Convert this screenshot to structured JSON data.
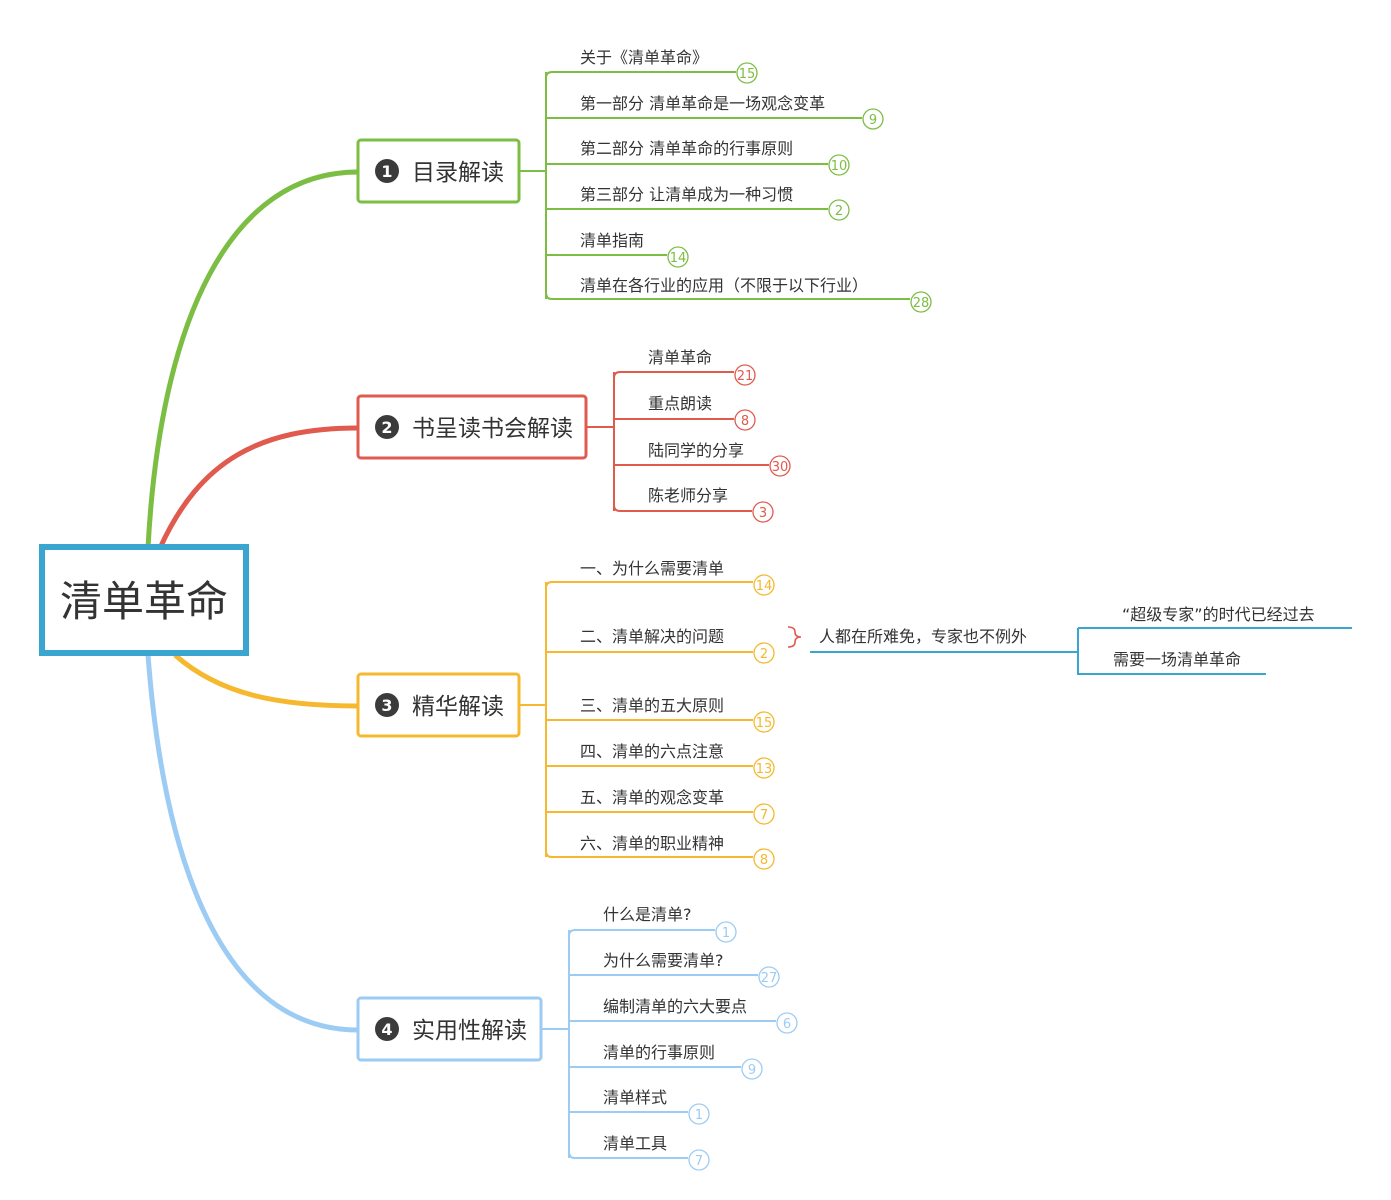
{
  "central": {
    "label": "清单革命",
    "color": "#3aa6cf"
  },
  "branches": [
    {
      "index": "1",
      "label": "目录解读",
      "color": "#7cbd43",
      "items": [
        {
          "label": "关于《清单革命》",
          "count": "15"
        },
        {
          "label": "第一部分 清单革命是一场观念变革",
          "count": "9"
        },
        {
          "label": "第二部分 清单革命的行事原则",
          "count": "10"
        },
        {
          "label": "第三部分 让清单成为一种习惯",
          "count": "2"
        },
        {
          "label": "清单指南",
          "count": "14"
        },
        {
          "label": "清单在各行业的应用（不限于以下行业）",
          "count": "28"
        }
      ]
    },
    {
      "index": "2",
      "label": "书呈读书会解读",
      "color": "#e05a4e",
      "items": [
        {
          "label": "清单革命",
          "count": "21"
        },
        {
          "label": "重点朗读",
          "count": "8"
        },
        {
          "label": "陆同学的分享",
          "count": "30"
        },
        {
          "label": "陈老师分享",
          "count": "3"
        }
      ]
    },
    {
      "index": "3",
      "label": "精华解读",
      "color": "#f5b82e",
      "items": [
        {
          "label": "一、为什么需要清单",
          "count": "14"
        },
        {
          "label": "二、清单解决的问题",
          "count": "2"
        },
        {
          "label": "三、清单的五大原则",
          "count": "15"
        },
        {
          "label": "四、清单的六点注意",
          "count": "13"
        },
        {
          "label": "五、清单的观念变革",
          "count": "7"
        },
        {
          "label": "六、清单的职业精神",
          "count": "8"
        }
      ]
    },
    {
      "index": "4",
      "label": "实用性解读",
      "color": "#9ccbf3",
      "items": [
        {
          "label": "什么是清单?",
          "count": "1"
        },
        {
          "label": "为什么需要清单?",
          "count": "27"
        },
        {
          "label": "编制清单的六大要点",
          "count": "6"
        },
        {
          "label": "清单的行事原则",
          "count": "9"
        },
        {
          "label": "清单样式",
          "count": "1"
        },
        {
          "label": "清单工具",
          "count": "7"
        }
      ]
    }
  ],
  "summary": {
    "brace_color": "#e05a4e",
    "line_color": "#3aa6cf",
    "label": "人都在所难免，专家也不例外",
    "children": [
      {
        "label": "“超级专家”的时代已经过去"
      },
      {
        "label": "需要一场清单革命"
      }
    ]
  }
}
